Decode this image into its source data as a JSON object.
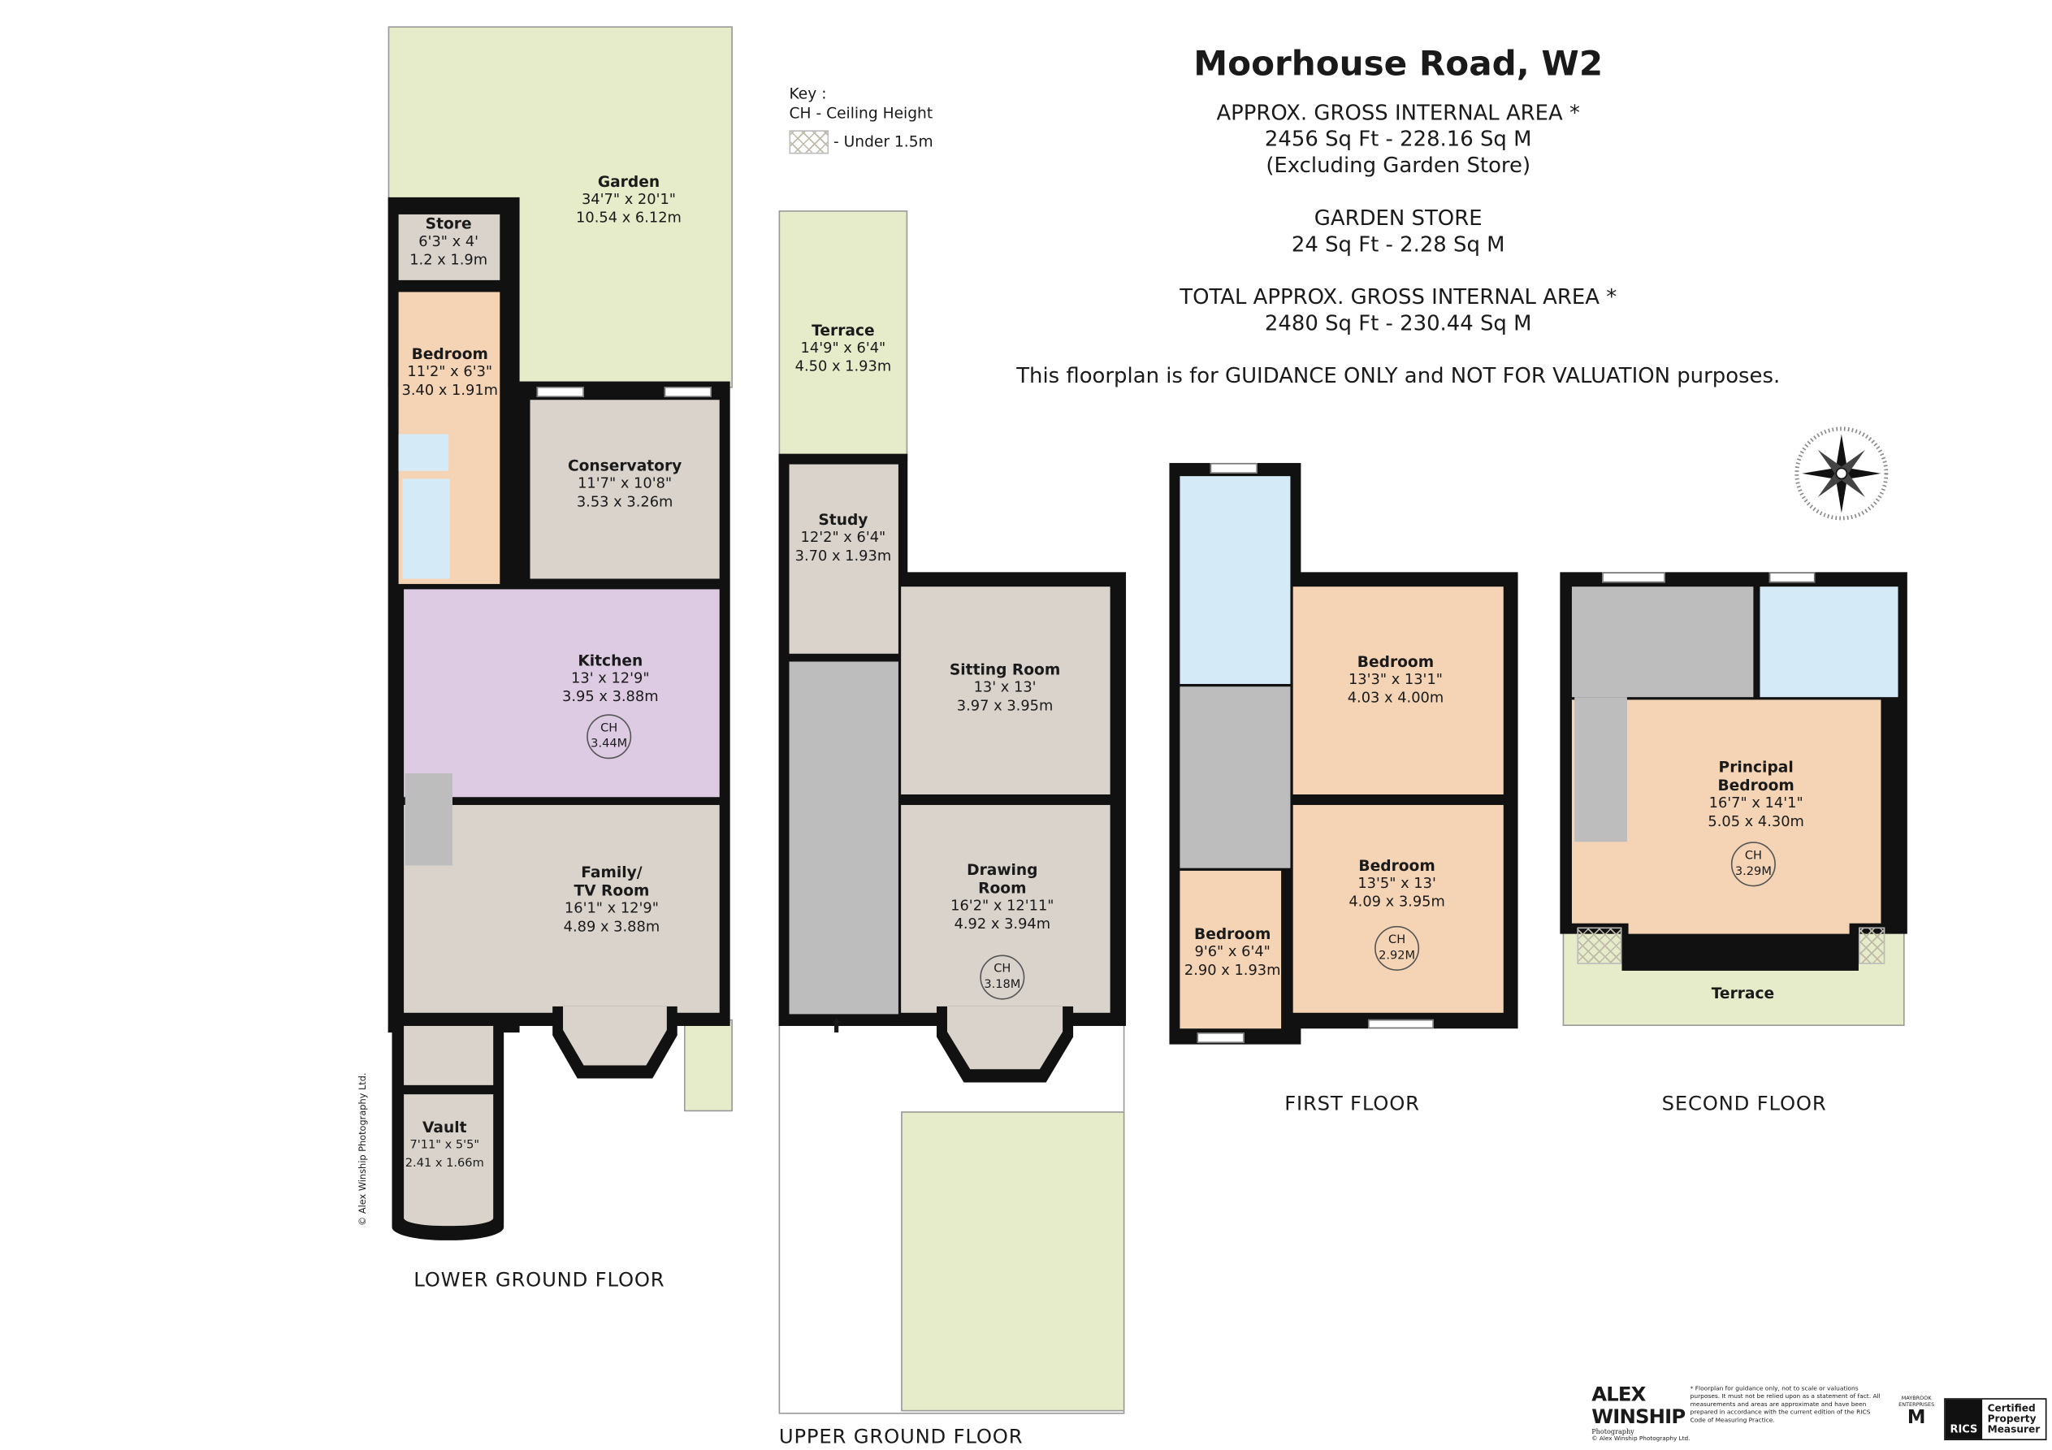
{
  "header": {
    "title": "Moorhouse Road, W2",
    "gia_label": "APPROX. GROSS INTERNAL  AREA *",
    "gia_value": "2456 Sq Ft  -  228.16 Sq M",
    "gia_note": "(Excluding Garden Store)",
    "store_label": "GARDEN STORE",
    "store_value": "24 Sq Ft  -  2.28 Sq M",
    "total_label": "TOTAL  APPROX. GROSS INTERNAL  AREA *",
    "total_value": "2480 Sq Ft  -  230.44 Sq M",
    "guidance": "This floorplan is for GUIDANCE ONLY and NOT FOR VALUATION purposes."
  },
  "key": {
    "title": "Key :",
    "ch": "CH - Ceiling Height",
    "hatch": "- Under 1.5m"
  },
  "floors": {
    "lower": "LOWER GROUND FLOOR",
    "upper": "UPPER  GROUND FLOOR",
    "first": "FIRST FLOOR",
    "second": "SECOND FLOOR"
  },
  "rooms": {
    "garden": {
      "name": "Garden",
      "imp": "34'7\" x 20'1\"",
      "met": "10.54 x 6.12m"
    },
    "store": {
      "name": "Store",
      "imp": "6'3\" x 4'",
      "met": "1.2 x 1.9m"
    },
    "lg_bedroom": {
      "name": "Bedroom",
      "imp": "11'2\" x 6'3\"",
      "met": "3.40 x 1.91m"
    },
    "conservatory": {
      "name": "Conservatory",
      "imp": "11'7\" x 10'8\"",
      "met": "3.53 x 3.26m"
    },
    "kitchen": {
      "name": "Kitchen",
      "imp": "13' x 12'9\"",
      "met": "3.95 x 3.88m",
      "ch": "CH",
      "ch_val": "3.44M"
    },
    "family": {
      "name": "Family/",
      "name2": "TV Room",
      "imp": "16'1\" x 12'9\"",
      "met": "4.89 x 3.88m"
    },
    "vault": {
      "name": "Vault",
      "imp": "7'11\" x 5'5\"",
      "met": "2.41 x 1.66m"
    },
    "terrace_ug": {
      "name": "Terrace",
      "imp": "14'9\" x 6'4\"",
      "met": "4.50 x 1.93m"
    },
    "study": {
      "name": "Study",
      "imp": "12'2\" x 6'4\"",
      "met": "3.70 x 1.93m"
    },
    "sitting": {
      "name": "Sitting Room",
      "imp": "13' x 13'",
      "met": "3.97 x 3.95m"
    },
    "drawing": {
      "name": "Drawing",
      "name2": "Room",
      "imp": "16'2\" x 12'11\"",
      "met": "4.92 x 3.94m",
      "ch": "CH",
      "ch_val": "3.18M"
    },
    "ff_bed1": {
      "name": "Bedroom",
      "imp": "13'3\" x 13'1\"",
      "met": "4.03 x 4.00m"
    },
    "ff_bed2": {
      "name": "Bedroom",
      "imp": "13'5\" x 13'",
      "met": "4.09 x 3.95m",
      "ch": "CH",
      "ch_val": "2.92M"
    },
    "ff_bed3": {
      "name": "Bedroom",
      "imp": "9'6\" x 6'4\"",
      "met": "2.90 x 1.93m"
    },
    "principal": {
      "name": "Principal",
      "name2": "Bedroom",
      "imp": "16'7\" x 14'1\"",
      "met": "5.05 x 4.30m",
      "ch": "CH",
      "ch_val": "3.29M"
    },
    "terrace_sf": {
      "name": "Terrace"
    }
  },
  "footer": {
    "logo_line1": "ALEX",
    "logo_line2": "WINSHIP",
    "logo_sub": "Photography",
    "logo_copy": "© Alex Winship Photography Ltd.",
    "disclaimer": "* Floorplan for guidance only, not to scale or valuations purposes. It must not be relied upon as a statement of fact. All measurements and areas are approximate and have been prepared in accordance with the current edition of the RICS Code of Measuring Practice.",
    "mm_sub": "MAYBROOK ENTERPRISES",
    "mm": "M",
    "rics": "RICS",
    "certified": "Certified",
    "property": "Property",
    "measurer": "Measurer"
  },
  "side_copyright": "© Alex Winship Photography Ltd.",
  "compass": {
    "icon": "compass-rose-icon"
  },
  "colors": {
    "garden": "#e6ecc9",
    "bedroom": "#f4d4b5",
    "kitchen": "#dccbe3",
    "reception": "#d9d3cc",
    "bathroom": "#d5eaf7",
    "stairs": "#bdbdbd",
    "walls": "#111111"
  }
}
